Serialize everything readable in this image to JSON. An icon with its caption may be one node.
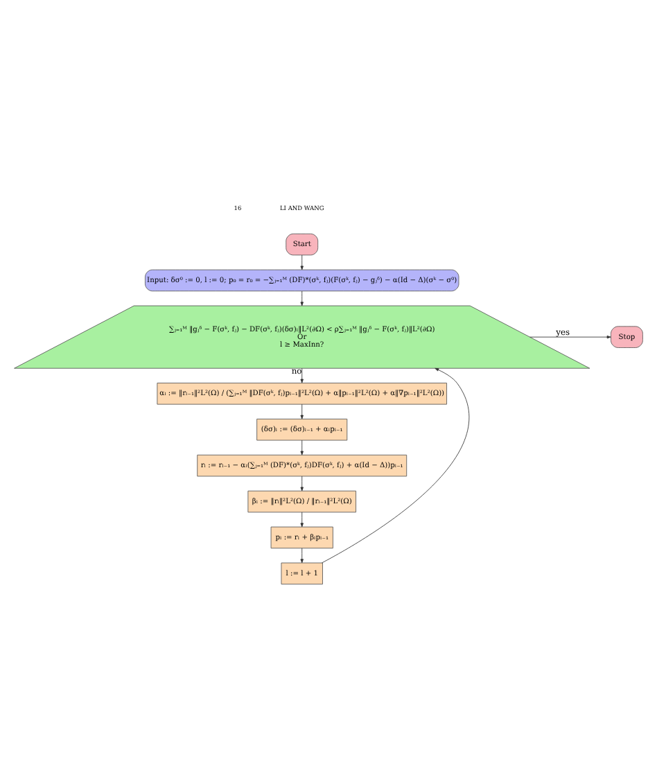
{
  "diagram": {
    "nodes": [
      {
        "text": [
          "Start"
        ]
      },
      {
        "text": [
          "Input: δσ⁰ := 0, l := 0; p₀ = r₀ = −∑ⱼ₌₁ᴹ (DF)*(σᵏ, fⱼ)(F(σᵏ, fⱼ) − gⱼᵟ) − α(Id − Δ)(σᵏ − σ⁰)"
        ]
      },
      {
        "text": [
          "∑ⱼ₌₁ᴹ ‖gⱼᵟ − F(σᵏ, fⱼ) − DF(σᵏ, fⱼ)(δσ)ₗ‖L²(∂Ω) < ρ∑ⱼ₌₁ᴹ ‖gⱼᵟ − F(σᵏ, fⱼ)‖L²(∂Ω)",
          "Or",
          "l ≥ MaxInn?"
        ]
      },
      {
        "text": [
          "Stop"
        ]
      },
      {
        "text": [
          "αₗ := ‖rₗ₋₁‖²L²(Ω) / (∑ⱼ₌₁ᴹ ‖DF(σᵏ, fⱼ)pₗ₋₁‖²L²(Ω) + α‖pₗ₋₁‖²L²(Ω) + α‖∇pₗ₋₁‖²L²(Ω))"
        ]
      },
      {
        "text": [
          "(δσ)ₗ := (δσ)ₗ₋₁ + αₗpₗ₋₁"
        ]
      },
      {
        "text": [
          "rₗ := rₗ₋₁ − αₗ(∑ⱼ₌₁ᴹ (DF)*(σᵏ, fⱼ)DF(σᵏ, fⱼ) + α(Id − Δ))pₗ₋₁"
        ]
      },
      {
        "text": [
          "βₗ := ‖rₗ‖²L²(Ω) / ‖rₗ₋₁‖²L²(Ω)"
        ]
      },
      {
        "text": [
          "pₗ := rₗ + βₗpₗ₋₁"
        ]
      },
      {
        "text": [
          "l := l + 1"
        ]
      }
    ],
    "edges": [
      {
        "from": 0,
        "to": 1,
        "arrow": "to"
      },
      {
        "from": 1,
        "to": 2,
        "arrow": "to"
      },
      {
        "from": 2,
        "to": 3,
        "arrow": "to",
        "label": "yes"
      },
      {
        "from": 2,
        "to": 4,
        "arrow": "to",
        "label": "no"
      },
      {
        "from": 4,
        "to": 5,
        "arrow": "to"
      },
      {
        "from": 5,
        "to": 6,
        "arrow": "to"
      },
      {
        "from": 6,
        "to": 7,
        "arrow": "to"
      },
      {
        "from": 7,
        "to": 8,
        "arrow": "to"
      },
      {
        "from": 8,
        "to": 9,
        "arrow": "to"
      },
      {
        "from": 9,
        "to": 2,
        "arrow": "to"
      }
    ],
    "labels": [
      "16",
      "LI AND WANG"
    ]
  }
}
